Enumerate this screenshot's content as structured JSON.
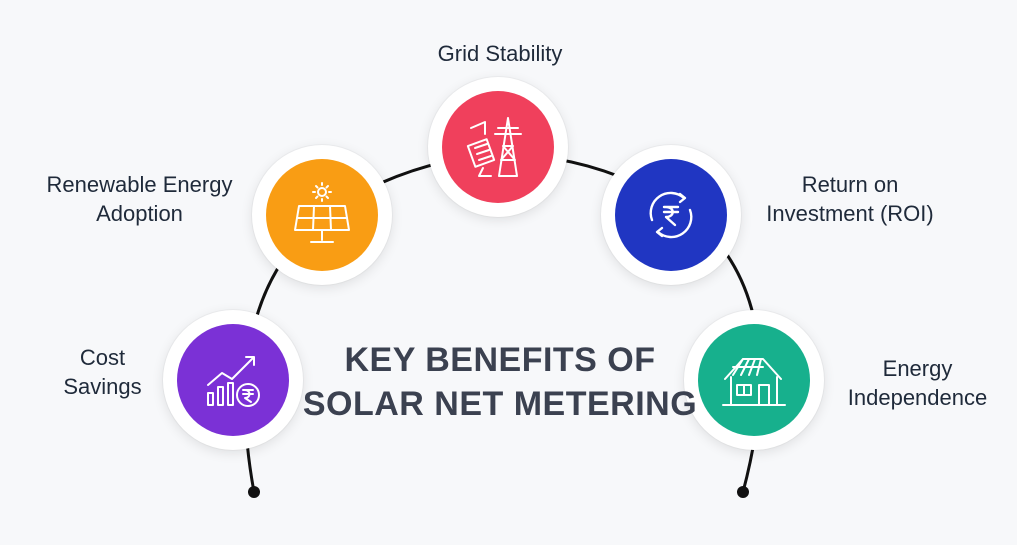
{
  "title": {
    "line1": "KEY BENEFITS OF",
    "line2": "SOLAR NET METERING"
  },
  "benefits": [
    {
      "id": "grid-stability",
      "lines": [
        "Grid Stability"
      ],
      "color": "#f0405c",
      "icon": "transmission-tower-icon"
    },
    {
      "id": "renewable-energy-adoption",
      "lines": [
        "Renewable Energy",
        "Adoption"
      ],
      "color": "#f99d14",
      "icon": "solar-panel-icon"
    },
    {
      "id": "return-on-investment",
      "lines": [
        "Return on",
        "Investment (ROI)"
      ],
      "color": "#2036c2",
      "icon": "rupee-cycle-icon"
    },
    {
      "id": "cost-savings",
      "lines": [
        "Cost",
        "Savings"
      ],
      "color": "#7b31d6",
      "icon": "growth-chart-rupee-icon"
    },
    {
      "id": "energy-independence",
      "lines": [
        "Energy",
        "Independence"
      ],
      "color": "#17b08d",
      "icon": "solar-house-icon"
    }
  ]
}
